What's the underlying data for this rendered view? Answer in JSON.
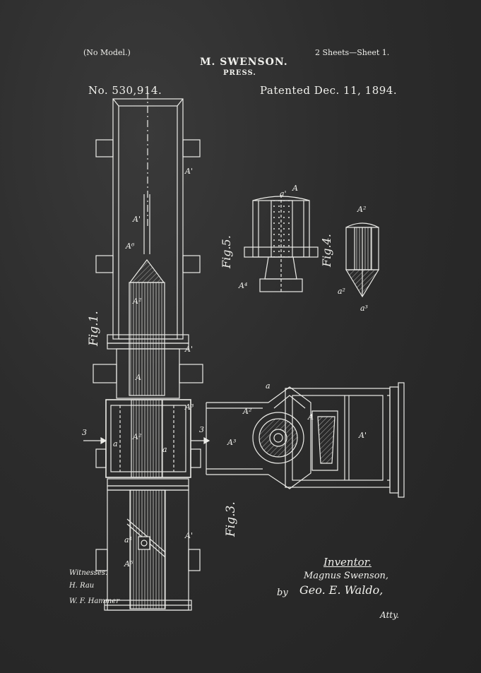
{
  "header": {
    "no_model": "(No Model.)",
    "inventor_name": "M. SWENSON.",
    "sheets": "2 Sheets—Sheet 1.",
    "subject": "PRESS.",
    "patent_number": "No. 530,914.",
    "patent_date": "Patented Dec. 11, 1894."
  },
  "figures": {
    "fig1": "Fig.1.",
    "fig3": "Fig.3.",
    "fig4": "Fig.4.",
    "fig5": "Fig.5."
  },
  "labels": {
    "A": "A",
    "A1": "A'",
    "A2": "A²",
    "A3": "A³",
    "A4": "A⁴",
    "A5": "A⁵",
    "A6": "A⁶",
    "a": "a",
    "a1": "a'",
    "a2": "a²",
    "a3": "a³",
    "a4": "a⁴",
    "three": "3"
  },
  "signatures": {
    "witnesses": "Witnesses.",
    "witness_1": "H. Rau",
    "witness_2": "W. F. Hammer",
    "inventor_label": "Inventor.",
    "inventor_signature": "Magnus Swenson,",
    "by": "by",
    "attorney_signature": "Geo. E. Waldo,",
    "atty": "Atty."
  }
}
